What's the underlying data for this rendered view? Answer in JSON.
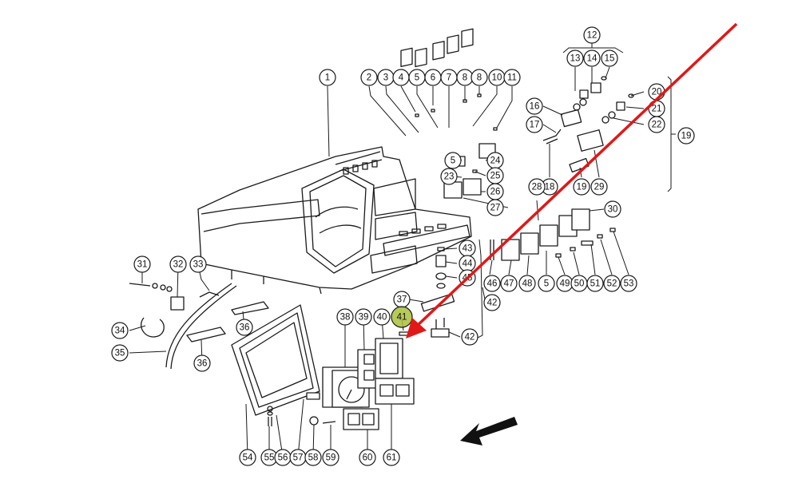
{
  "diagram": {
    "title": "Dashboard / instrument console exploded parts view",
    "highlight_color": "#a9bf3c",
    "arrow_color": "#e01818",
    "highlighted_part": "41",
    "callouts": [
      {
        "label": "1"
      },
      {
        "label": "2"
      },
      {
        "label": "3"
      },
      {
        "label": "4"
      },
      {
        "label": "5"
      },
      {
        "label": "6"
      },
      {
        "label": "7"
      },
      {
        "label": "8"
      },
      {
        "label": "8"
      },
      {
        "label": "10"
      },
      {
        "label": "11"
      },
      {
        "label": "12"
      },
      {
        "label": "13"
      },
      {
        "label": "14"
      },
      {
        "label": "15"
      },
      {
        "label": "16"
      },
      {
        "label": "17"
      },
      {
        "label": "18"
      },
      {
        "label": "19"
      },
      {
        "label": "19"
      },
      {
        "label": "20"
      },
      {
        "label": "21"
      },
      {
        "label": "22"
      },
      {
        "label": "23"
      },
      {
        "label": "24"
      },
      {
        "label": "25"
      },
      {
        "label": "26"
      },
      {
        "label": "27"
      },
      {
        "label": "28"
      },
      {
        "label": "29"
      },
      {
        "label": "30"
      },
      {
        "label": "31"
      },
      {
        "label": "32"
      },
      {
        "label": "33"
      },
      {
        "label": "34"
      },
      {
        "label": "35"
      },
      {
        "label": "36"
      },
      {
        "label": "36"
      },
      {
        "label": "37"
      },
      {
        "label": "38"
      },
      {
        "label": "39"
      },
      {
        "label": "40"
      },
      {
        "label": "41"
      },
      {
        "label": "42"
      },
      {
        "label": "42"
      },
      {
        "label": "43"
      },
      {
        "label": "44"
      },
      {
        "label": "45"
      },
      {
        "label": "46"
      },
      {
        "label": "47"
      },
      {
        "label": "48"
      },
      {
        "label": "5"
      },
      {
        "label": "49"
      },
      {
        "label": "50"
      },
      {
        "label": "51"
      },
      {
        "label": "52"
      },
      {
        "label": "53"
      },
      {
        "label": "54"
      },
      {
        "label": "55"
      },
      {
        "label": "56"
      },
      {
        "label": "57"
      },
      {
        "label": "58"
      },
      {
        "label": "59"
      },
      {
        "label": "60"
      },
      {
        "label": "61"
      },
      {
        "label": "5"
      }
    ]
  }
}
